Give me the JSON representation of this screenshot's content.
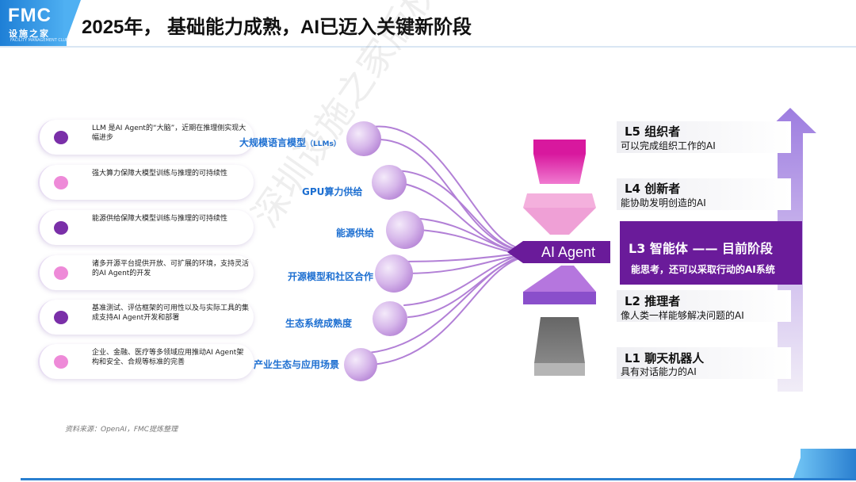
{
  "header": {
    "logo_text": "FMC",
    "logo_sub": "设施之家",
    "logo_tiny": "FACILITY MANAGEMENT CLUB",
    "title": "2025年， 基础能力成熟，AI已迈入关键新阶段"
  },
  "cards": [
    {
      "text": "LLM 是AI Agent的“大脑”，近期在推理侧实现大幅进步",
      "dot": "dark"
    },
    {
      "text": "强大算力保障大模型训练与推理的可持续性",
      "dot": "pink"
    },
    {
      "text": "能源供给保障大模型训练与推理的可持续性",
      "dot": "dark"
    },
    {
      "text": "诸多开源平台提供开放、可扩展的环境，支持灵活的AI Agent的开发",
      "dot": "pink"
    },
    {
      "text": "基准测试、评估框架的可用性以及与实际工具的集成支持AI Agent开发和部署",
      "dot": "dark"
    },
    {
      "text": "企业、金融、医疗等多领域应用推动AI  Agent架构和安全、合规等标准的完善",
      "dot": "pink"
    }
  ],
  "factors": [
    {
      "label": "大规模语言模型",
      "suffix": "（LLMs）"
    },
    {
      "label": "GPU算力供给",
      "suffix": ""
    },
    {
      "label": "能源供给",
      "suffix": ""
    },
    {
      "label": "开源模型和社区合作",
      "suffix": ""
    },
    {
      "label": "生态系统成熟度",
      "suffix": ""
    },
    {
      "label": "产业生态与应用场景",
      "suffix": ""
    }
  ],
  "center_label": "AI Agent",
  "levels": [
    {
      "title": "L5 组织者",
      "desc": "可以完成组织工作的AI"
    },
    {
      "title": "L4 创新者",
      "desc": "能协助发明创造的AI"
    },
    {
      "title": "L3 智能体 —— 目前阶段",
      "desc": "能思考，还可以采取行动的AI系统"
    },
    {
      "title": "L2 推理者",
      "desc": "像人类一样能够解决问题的AI"
    },
    {
      "title": "L1  聊天机器人",
      "desc": "具有对话能力的AI"
    }
  ],
  "source": "资料来源：OpenAI，FMC提炼整理",
  "watermark": "深圳设施之家版权所有",
  "colors": {
    "brand_blue": "#1e7fd6",
    "purple_dark": "#6a1b9a",
    "purple_mid": "#9b59d0",
    "pink": "#e040b8",
    "label_blue": "#1d6fd1"
  },
  "icons": {
    "level_arrow": "up-arrow-icon",
    "card_dot": "circle-dot-icon"
  }
}
